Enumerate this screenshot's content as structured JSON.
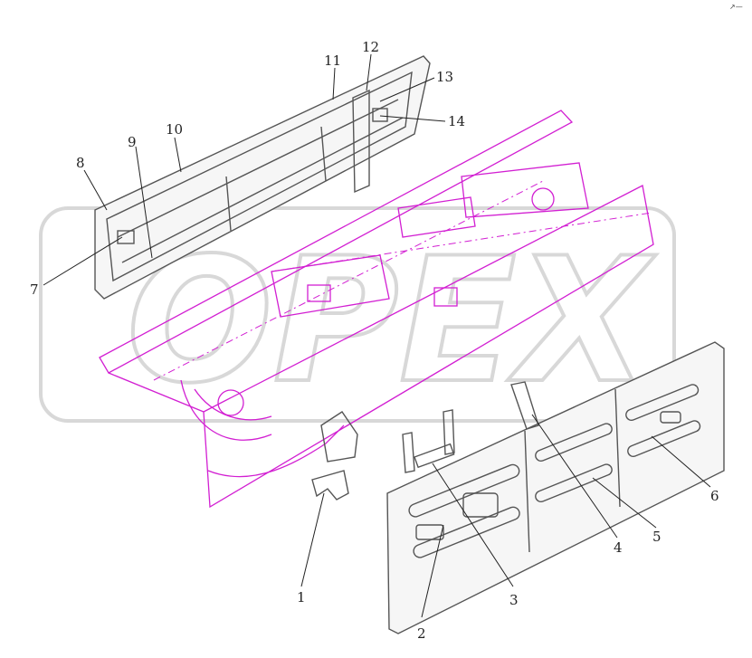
{
  "diagram": {
    "corner_mark": "↗—",
    "watermark_text": "OPEX",
    "accent_colors": {
      "frame": "#d21fd2",
      "parts": "#555555",
      "callouts": "#222222",
      "watermark": "#d8d8d8"
    },
    "callouts": [
      {
        "id": "c1",
        "label": "1"
      },
      {
        "id": "c2",
        "label": "2"
      },
      {
        "id": "c3",
        "label": "3"
      },
      {
        "id": "c4",
        "label": "4"
      },
      {
        "id": "c5",
        "label": "5"
      },
      {
        "id": "c6",
        "label": "6"
      },
      {
        "id": "c7",
        "label": "7"
      },
      {
        "id": "c8",
        "label": "8"
      },
      {
        "id": "c9",
        "label": "9"
      },
      {
        "id": "c10",
        "label": "10"
      },
      {
        "id": "c11",
        "label": "11"
      },
      {
        "id": "c12",
        "label": "12"
      },
      {
        "id": "c13",
        "label": "13"
      },
      {
        "id": "c14",
        "label": "14"
      }
    ]
  }
}
